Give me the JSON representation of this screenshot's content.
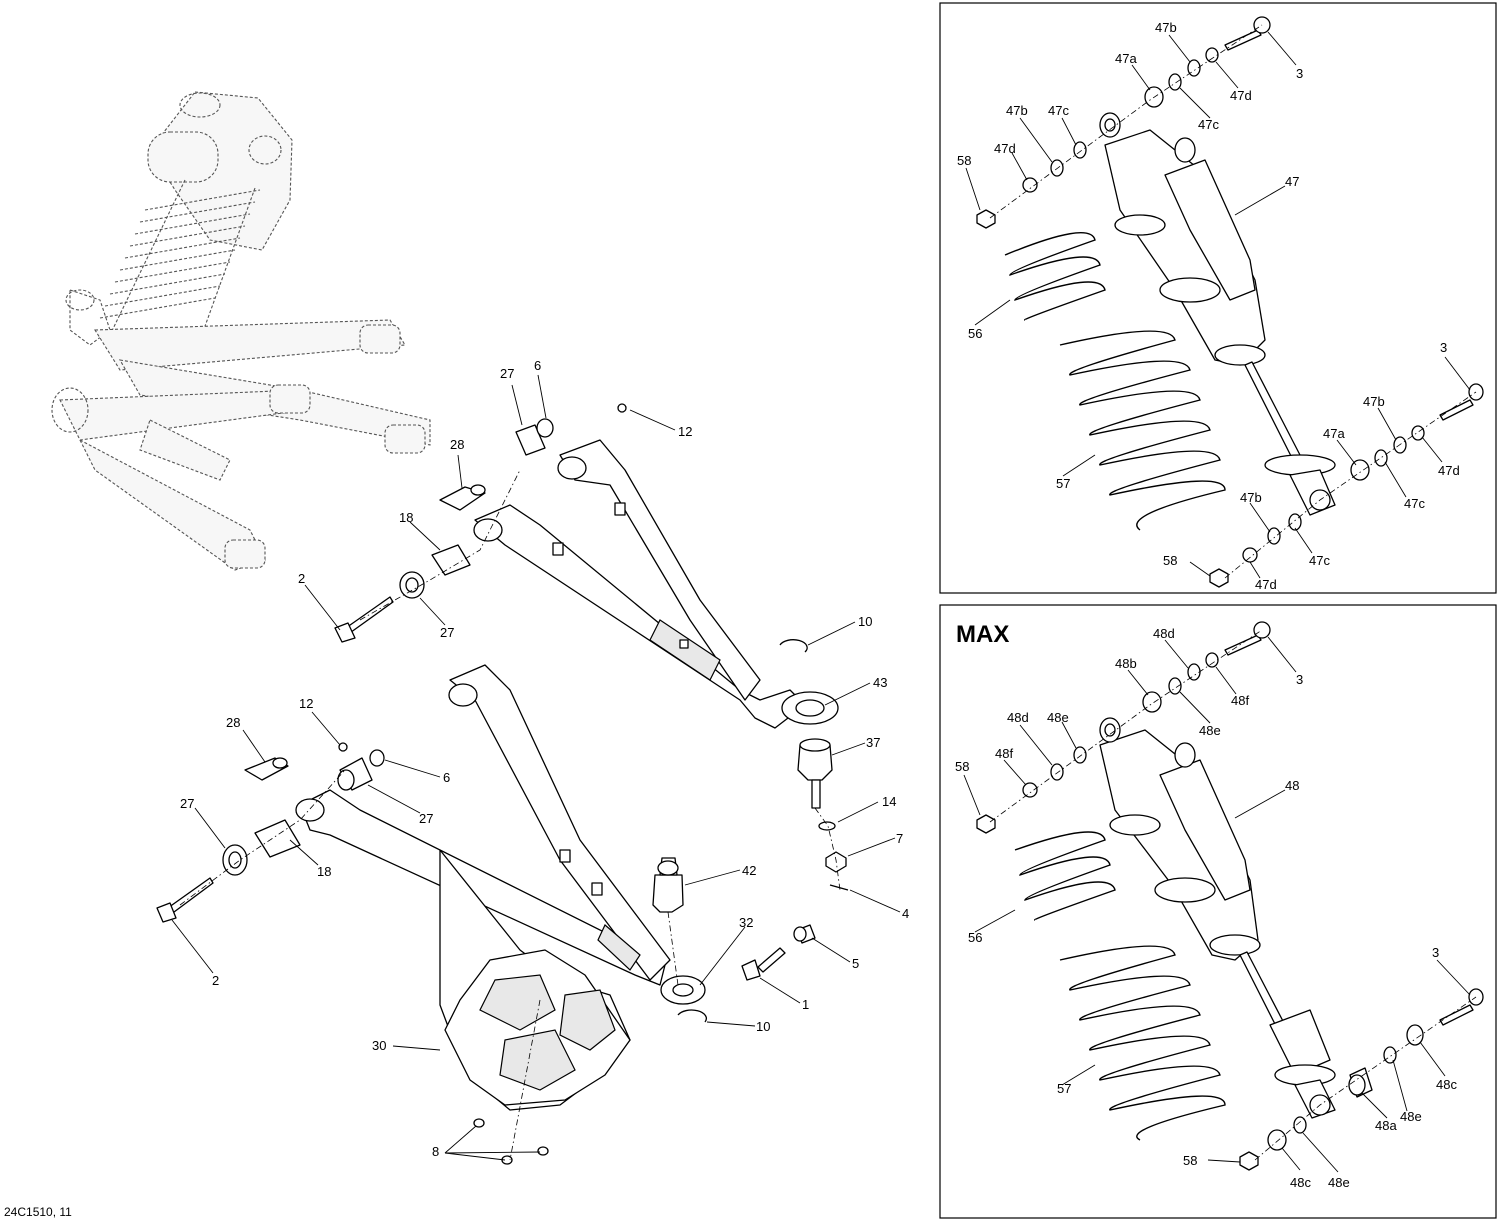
{
  "figure_ref": "24C1510, 11",
  "max_panel_title": "MAX",
  "main_callouts": [
    "27",
    "6",
    "12",
    "28",
    "18",
    "2",
    "27",
    "10",
    "43",
    "37",
    "14",
    "7",
    "42",
    "4",
    "32",
    "5",
    "1",
    "10",
    "30",
    "8",
    "28",
    "12",
    "6",
    "27",
    "27",
    "18",
    "2"
  ],
  "standard_panel_callouts": [
    "47b",
    "47a",
    "3",
    "47d",
    "47c",
    "47b",
    "47c",
    "47d",
    "58",
    "47",
    "56",
    "3",
    "47b",
    "57",
    "47a",
    "47c",
    "47d",
    "47b",
    "47c",
    "58",
    "47d"
  ],
  "max_panel_callouts": [
    "48d",
    "48b",
    "3",
    "48f",
    "48e",
    "48d",
    "48e",
    "48f",
    "58",
    "48",
    "56",
    "3",
    "57",
    "48c",
    "48e",
    "48a",
    "58",
    "48c",
    "48e"
  ]
}
